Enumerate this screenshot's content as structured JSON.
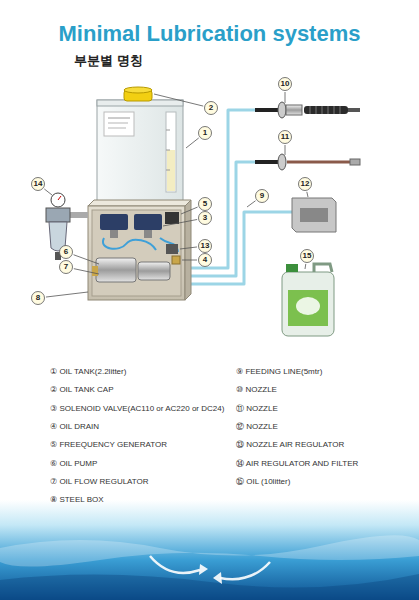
{
  "diagram": {
    "title": "Minimal Lubrication systems",
    "labels": [
      "부분별 명칭",
      "10",
      "2",
      "1",
      "11",
      "12",
      "14",
      "5",
      "9",
      "3",
      "13",
      "6",
      "15",
      "4",
      "7",
      "8",
      "① OIL TANK(2.2litter)",
      "② OIL TANK CAP",
      "③ SOLENOID VALVE(AC110 or AC220 or DC24)",
      "④ OIL DRAIN",
      "⑤ FREEQUENCY GENERATOR",
      "⑥ OIL PUMP",
      "⑦ OIL FLOW REGULATOR",
      "⑧ STEEL BOX",
      "⑨ FEEDING LINE(5mtr)",
      "⑩ NOZZLE",
      "⑪ NOZZLE",
      "⑫ NOZZLE",
      "⑬ NOZZLE AIR REGULATOR",
      "⑭ AIR REGULATOR AND FILTER",
      "⑮ OIL (10litter)"
    ]
  }
}
